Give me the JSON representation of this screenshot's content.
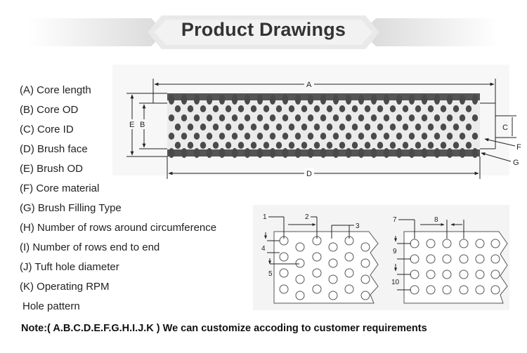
{
  "header": {
    "title": "Product Drawings"
  },
  "specs": [
    "(A) Core length",
    "(B) Core OD",
    "(C) Core ID",
    "(D) Brush face",
    "(E) Brush OD",
    "(F) Core material",
    "(G) Brush Filling Type",
    "(H) Number of rows around circumference",
    "(I) Number of rows end to end",
    "(J) Tuft hole diameter",
    "(K) Operating RPM",
    "Hole pattern"
  ],
  "drawing": {
    "labels": {
      "A": "A",
      "B": "B",
      "C": "C",
      "D": "D",
      "E": "E",
      "F": "F",
      "G": "G"
    }
  },
  "hole_pattern": {
    "left_labels": [
      "1",
      "2",
      "3",
      "4",
      "5"
    ],
    "right_labels": [
      "7",
      "8",
      "9",
      "10"
    ]
  },
  "note": "Note:( A.B.C.D.E.F.G.H.I.J.K ) We can customize accoding to customer requirements"
}
